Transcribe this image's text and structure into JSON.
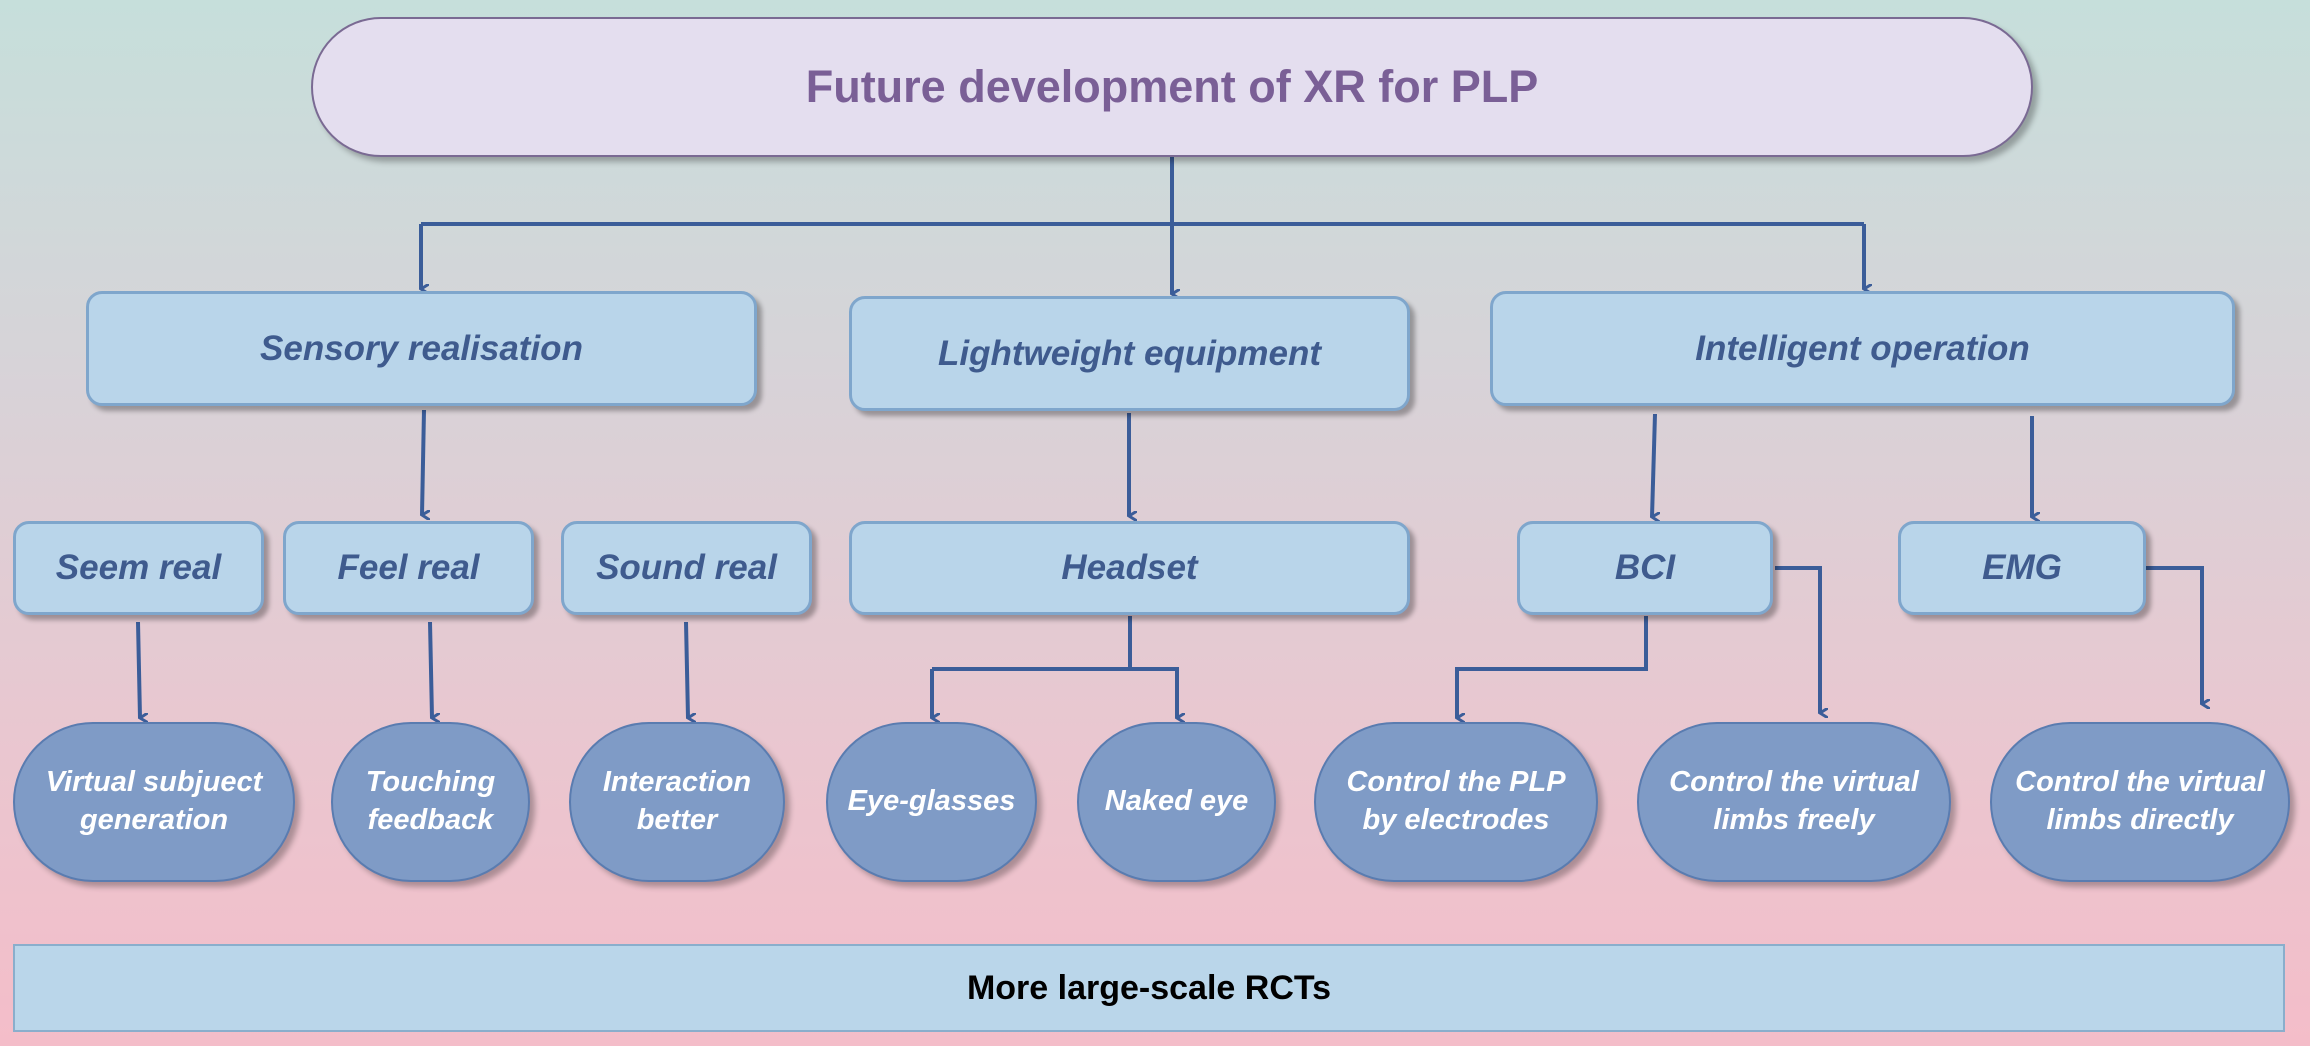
{
  "title": "Future development of XR for PLP",
  "categories": [
    {
      "label": "Sensory realisation"
    },
    {
      "label": "Lightweight equipment"
    },
    {
      "label": "Intelligent operation"
    }
  ],
  "subcategories": [
    {
      "label": "Seem real"
    },
    {
      "label": "Feel real"
    },
    {
      "label": "Sound real"
    },
    {
      "label": "Headset"
    },
    {
      "label": "BCI"
    },
    {
      "label": "EMG"
    }
  ],
  "outcomes": [
    {
      "line1": "Virtual subjuect",
      "line2": "generation"
    },
    {
      "line1": "Touching",
      "line2": "feedback"
    },
    {
      "line1": "Interaction",
      "line2": "better"
    },
    {
      "line1": "Eye-glasses",
      "line2": ""
    },
    {
      "line1": "Naked eye",
      "line2": ""
    },
    {
      "line1": "Control the PLP",
      "line2": "by electrodes"
    },
    {
      "line1": "Control the virtual",
      "line2": "limbs freely"
    },
    {
      "line1": "Control the virtual",
      "line2": "limbs directly"
    }
  ],
  "footer": "More large-scale RCTs",
  "colors": {
    "connector": "#3b5d99",
    "rect_fill": "#b9d5ea",
    "oval_fill": "#7f9bc6",
    "title_fill": "#e4deef",
    "title_text": "#7a5f96"
  }
}
